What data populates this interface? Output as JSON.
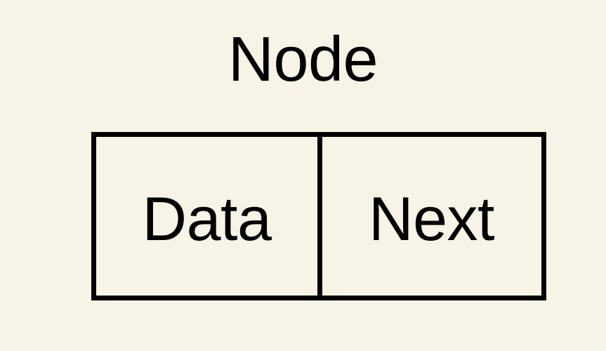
{
  "diagram": {
    "title": "Node",
    "type": "linked-list-node-structure",
    "background_color": "#f7f4e7",
    "stroke_color": "#000000",
    "text_color": "#000000",
    "fields": [
      {
        "label": "Data",
        "name": "data-field"
      },
      {
        "label": "Next",
        "name": "next-field"
      }
    ]
  }
}
